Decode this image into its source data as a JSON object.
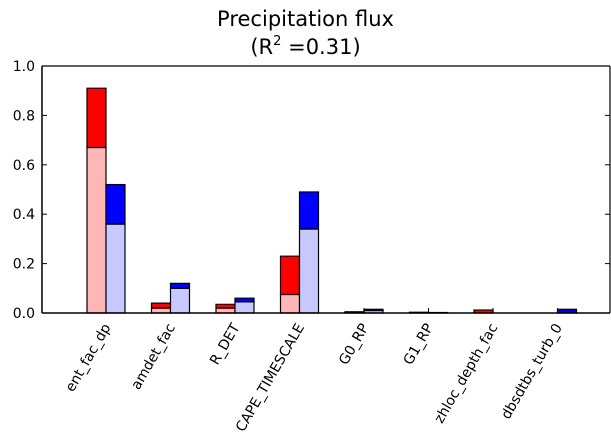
{
  "title_line1": "Precipitation flux",
  "title_line2_prefix": "(R",
  "title_line2_sup": "2",
  "title_line2_suffix": " =0.31)",
  "chart_data": {
    "type": "bar",
    "stacked": true,
    "grouped": true,
    "title": "Precipitation flux (R² =0.31)",
    "xlabel": "",
    "ylabel": "",
    "ylim": [
      0,
      1.0
    ],
    "yticks": [
      "0.0",
      "0.2",
      "0.4",
      "0.6",
      "0.8",
      "1.0"
    ],
    "grid": false,
    "categories": [
      "ent_fac_dp",
      "amdet_fac",
      "R_DET",
      "CAPE_TIMESCALE",
      "G0_RP",
      "G1_RP",
      "zhloc_depth_fac",
      "dbsdtbs_turb_0"
    ],
    "groups": [
      {
        "colors": {
          "lower": "#ffb6b6",
          "upper": "#ff0000"
        },
        "lower": [
          0.67,
          0.02,
          0.02,
          0.075,
          0.003,
          0.0,
          0.0,
          0.0
        ],
        "total": [
          0.91,
          0.04,
          0.035,
          0.23,
          0.005,
          0.003,
          0.012,
          0.0
        ]
      },
      {
        "colors": {
          "lower": "#c8c8ff",
          "upper": "#0000ff"
        },
        "lower": [
          0.36,
          0.1,
          0.045,
          0.34,
          0.01,
          0.0,
          0.0,
          0.002
        ],
        "total": [
          0.52,
          0.12,
          0.06,
          0.49,
          0.015,
          0.002,
          0.0,
          0.015
        ]
      }
    ]
  }
}
